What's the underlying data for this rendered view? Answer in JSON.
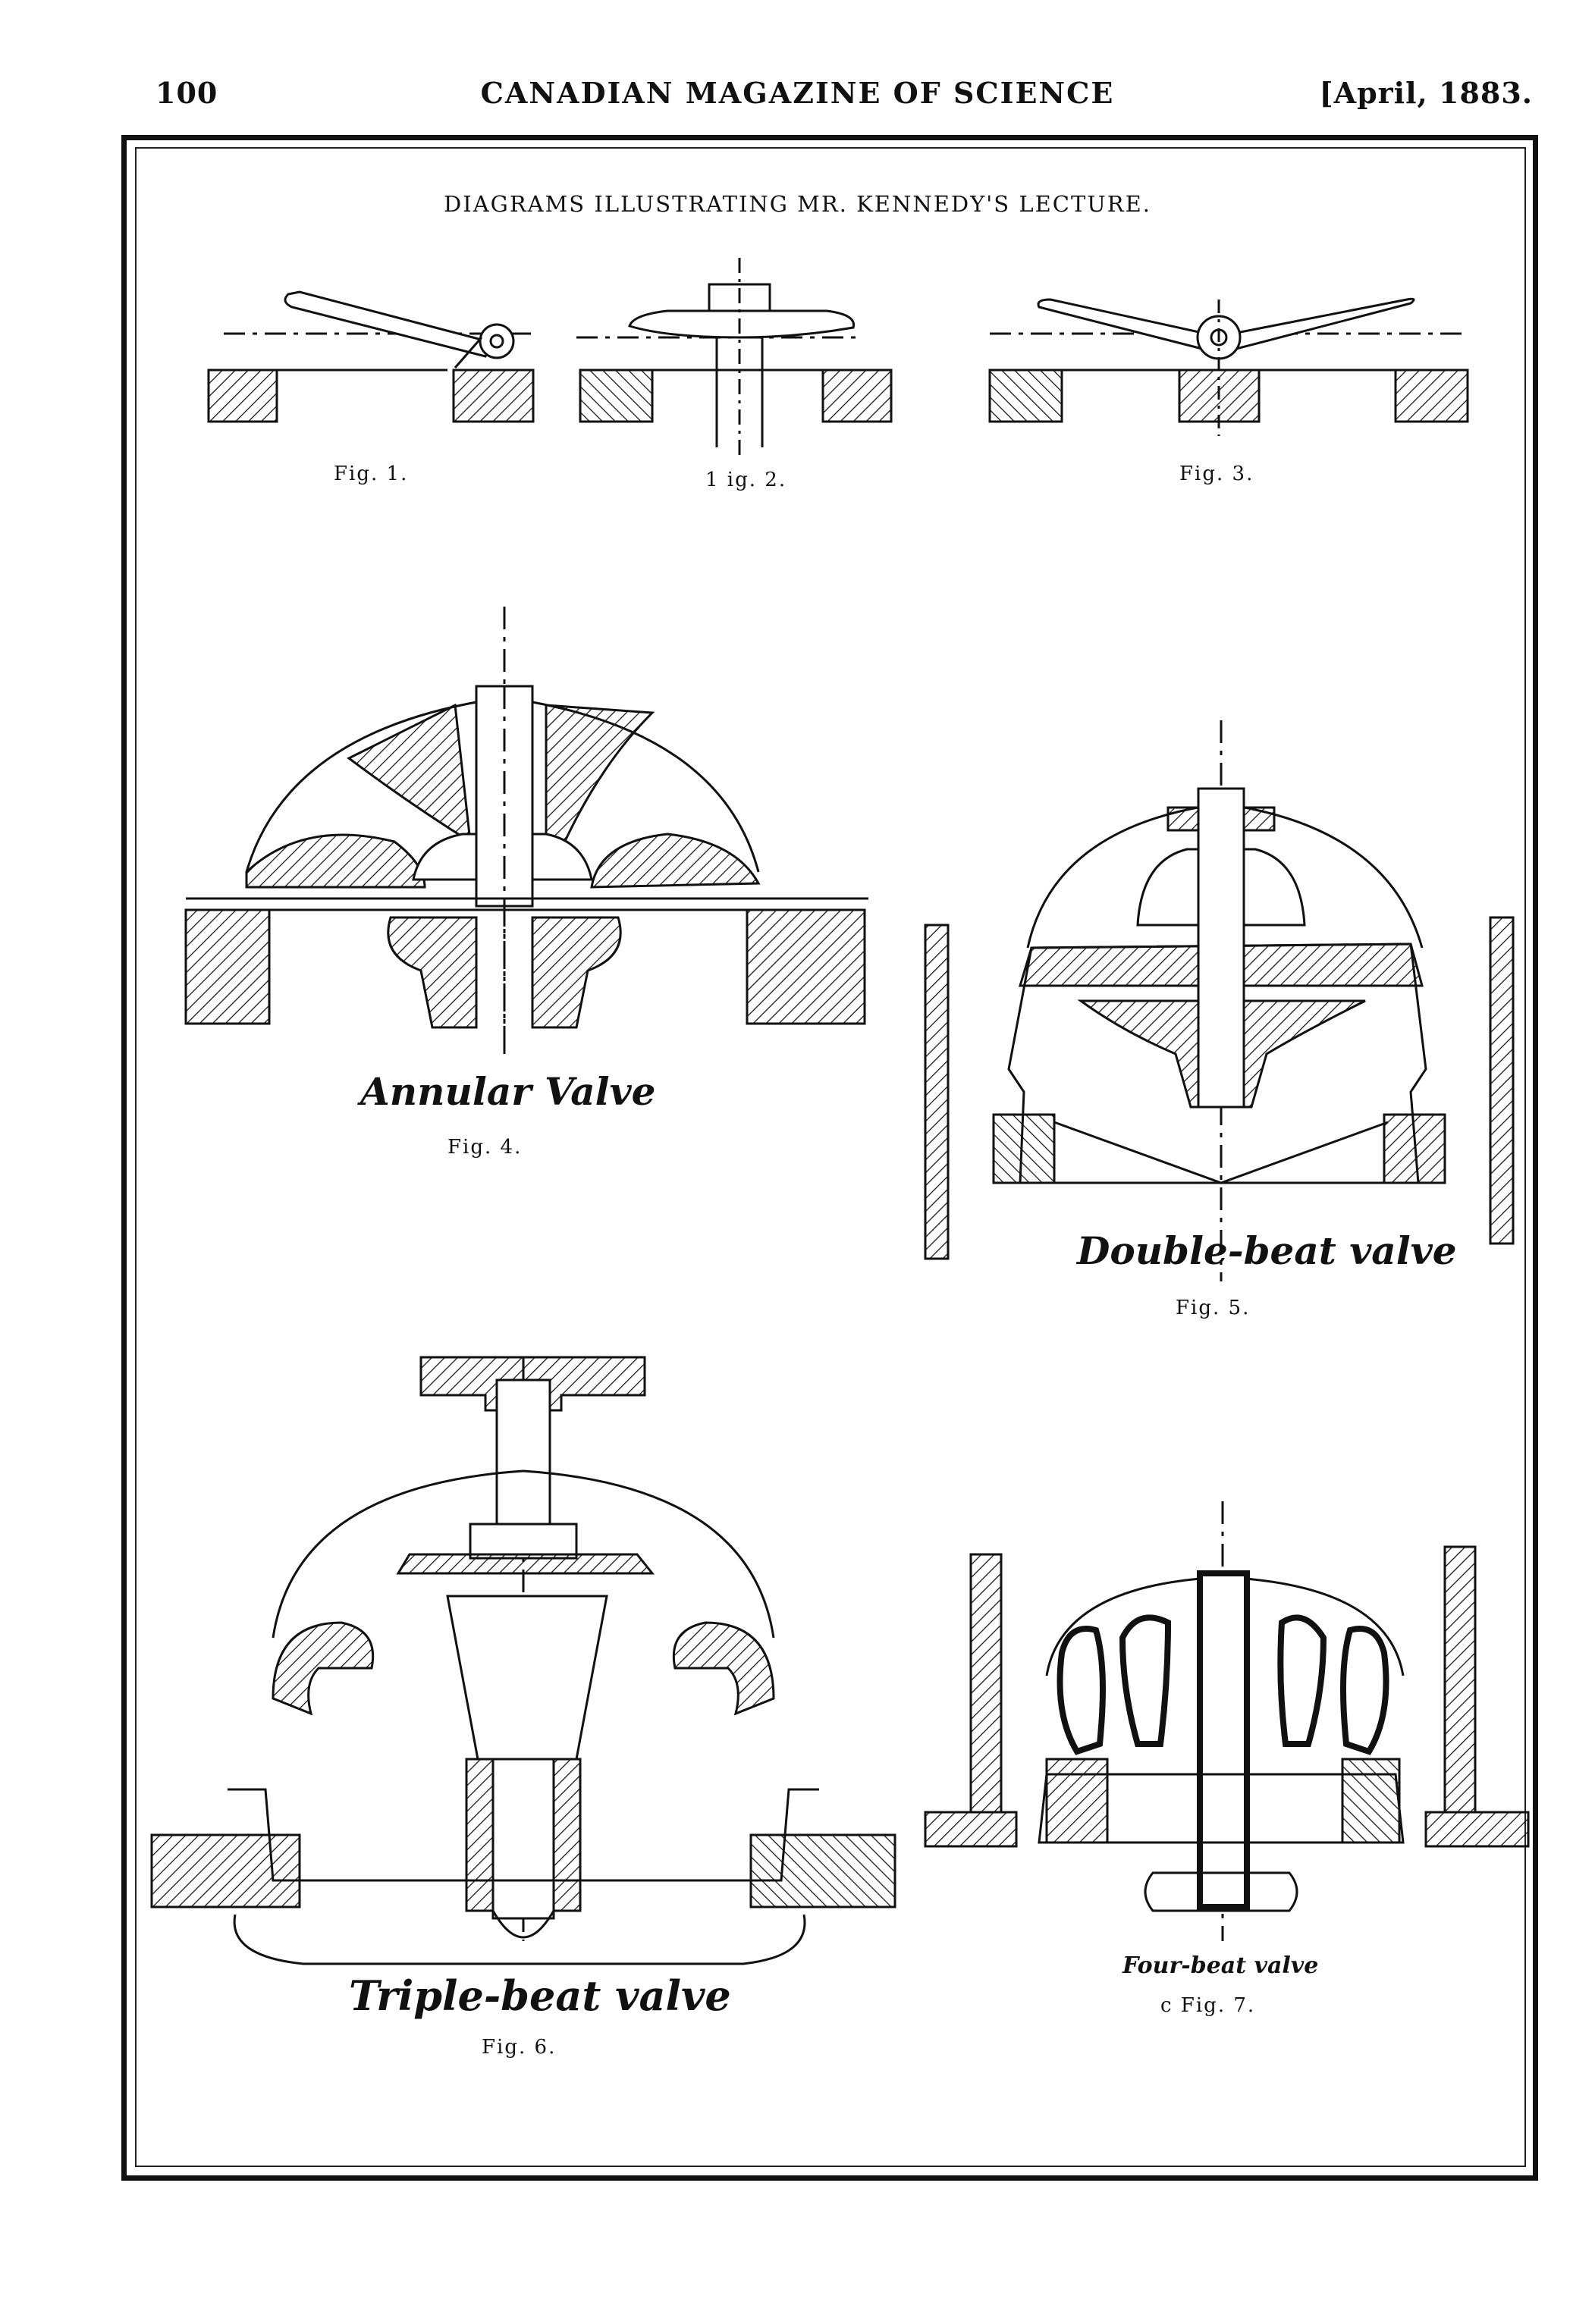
{
  "header": {
    "page_number": "100",
    "journal_title": "CANADIAN MAGAZINE OF SCIENCE",
    "date": "[April, 1883."
  },
  "plate": {
    "title": "DIAGRAMS ILLUSTRATING MR. KENNEDY'S LECTURE."
  },
  "figures": [
    {
      "caption": "Fig. 1.",
      "label": ""
    },
    {
      "caption": "1 ig. 2.",
      "label": ""
    },
    {
      "caption": "Fig. 3.",
      "label": ""
    },
    {
      "caption": "Fig. 4.",
      "label": "Annular Valve"
    },
    {
      "caption": "Fig. 5.",
      "label": "Double-beat valve"
    },
    {
      "caption": "Fig. 6.",
      "label": "Triple-beat valve"
    },
    {
      "caption": "c Fig. 7.",
      "label": "Four-beat valve"
    }
  ]
}
